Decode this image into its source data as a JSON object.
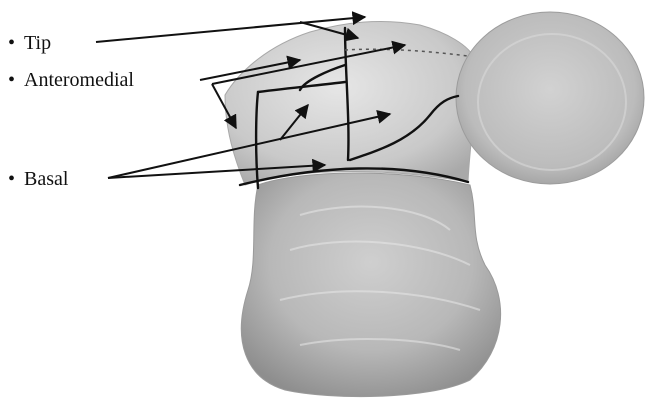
{
  "labels": {
    "tip": "Tip",
    "anteromedial": "Anteromedial",
    "basal": "Basal"
  },
  "icons": {
    "bullet": "•"
  },
  "colors": {
    "ink": "#111111",
    "tissue_light": "#d9d9d9",
    "tissue_mid": "#bdbdbd",
    "tissue_dark": "#8a8a8a"
  }
}
